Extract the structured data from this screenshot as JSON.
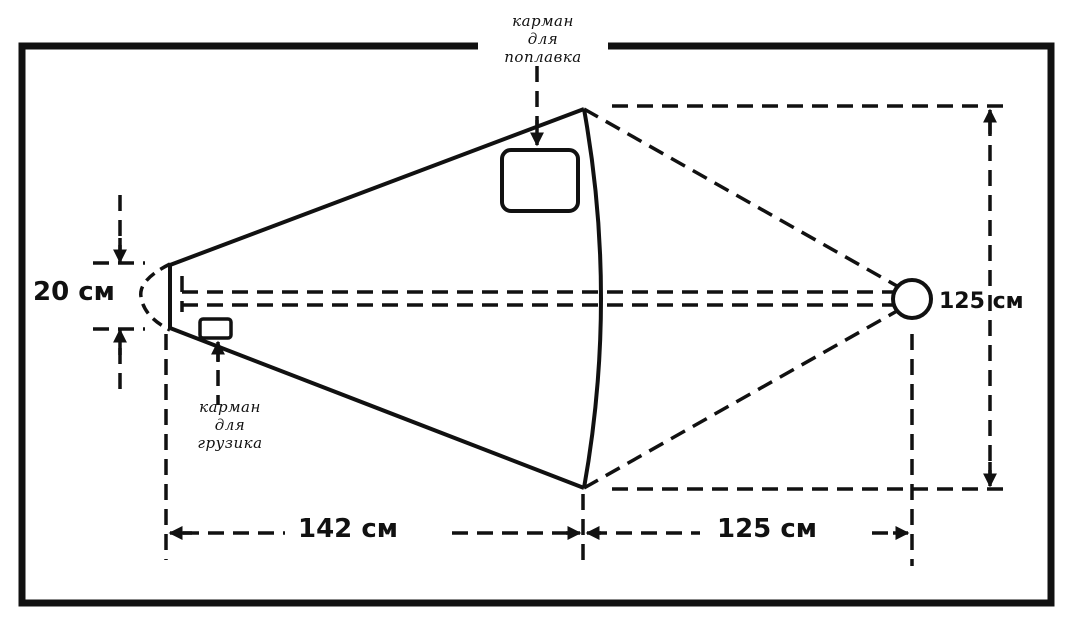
{
  "labels": {
    "float_pocket": [
      "карман",
      "для",
      "поплавка"
    ],
    "sinker_pocket": [
      "карман",
      "для",
      "грузика"
    ]
  },
  "dimensions": {
    "opening_height": "20 см",
    "right_height": "125 см",
    "cone_length": "142 см",
    "tip_length": "125 см"
  },
  "colors": {
    "ink": "#111111",
    "background": "#ffffff"
  }
}
